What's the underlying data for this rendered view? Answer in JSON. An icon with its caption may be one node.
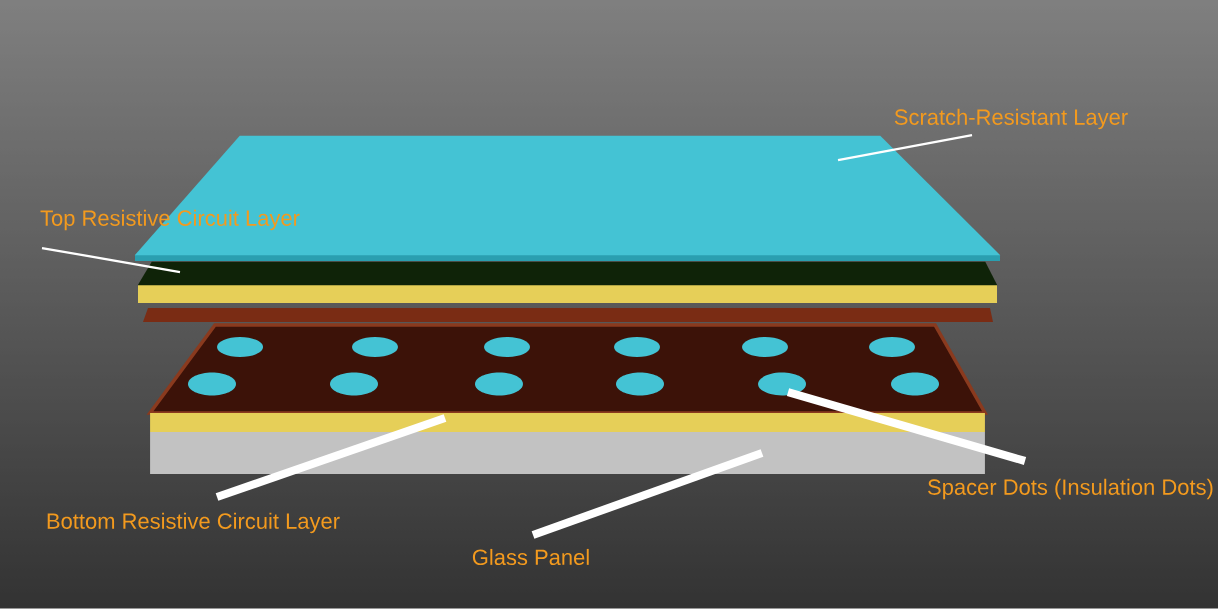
{
  "diagram": {
    "nodes": [
      {
        "text": [
          "Scratch-Resistant Layer"
        ]
      },
      {
        "text": [
          "Top Resistive Circuit Layer"
        ]
      },
      {
        "text": [
          "Spacer Dots (Insulation Dots)"
        ]
      },
      {
        "text": [
          "Bottom Resistive Circuit Layer"
        ]
      },
      {
        "text": [
          "Glass Panel"
        ]
      },
      {
        "text": [],
        "shape": "trapezoid"
      },
      {
        "text": [],
        "shape": "trapezoid"
      },
      {
        "text": [],
        "shape": "circle"
      },
      {
        "text": [],
        "shape": "box"
      },
      {
        "text": [],
        "shape": "box"
      }
    ],
    "edges": [
      {
        "from": 0,
        "to": 5,
        "arrow": "none"
      },
      {
        "from": 1,
        "to": 6,
        "arrow": "none"
      },
      {
        "from": 2,
        "to": 7,
        "arrow": "none"
      },
      {
        "from": 3,
        "to": 8,
        "arrow": "none"
      },
      {
        "from": 4,
        "to": 9,
        "arrow": "none"
      }
    ]
  }
}
